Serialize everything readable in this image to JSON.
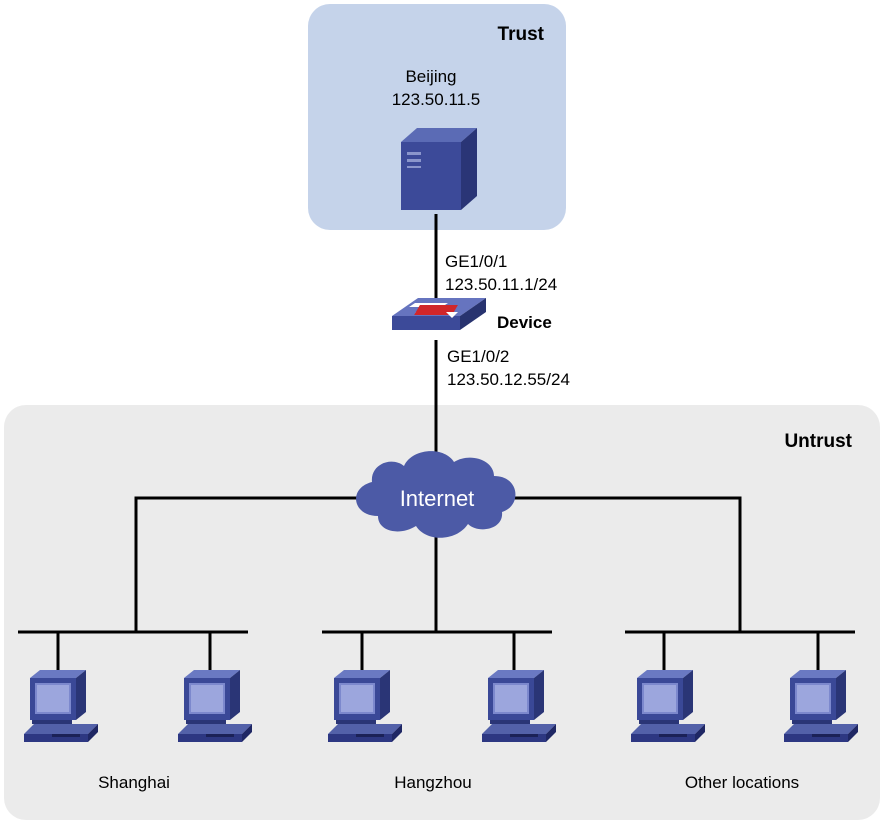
{
  "zones": {
    "trust": {
      "label": "Trust"
    },
    "untrust": {
      "label": "Untrust"
    }
  },
  "server": {
    "name": "Beijing",
    "ip": "123.50.11.5"
  },
  "device": {
    "label": "Device",
    "uplink": {
      "interface": "GE1/0/1",
      "ip": "123.50.11.1/24"
    },
    "downlink": {
      "interface": "GE1/0/2",
      "ip": "123.50.12.55/24"
    }
  },
  "cloud": {
    "label": "Internet"
  },
  "sites": [
    {
      "name": "Shanghai"
    },
    {
      "name": "Hangzhou"
    },
    {
      "name": "Other locations"
    }
  ],
  "colors": {
    "trust_zone": "#c5d3ea",
    "untrust_zone": "#ebebeb",
    "device_blue": "#3c4a99",
    "cloud_blue": "#4c5aa6",
    "link": "#000000"
  }
}
